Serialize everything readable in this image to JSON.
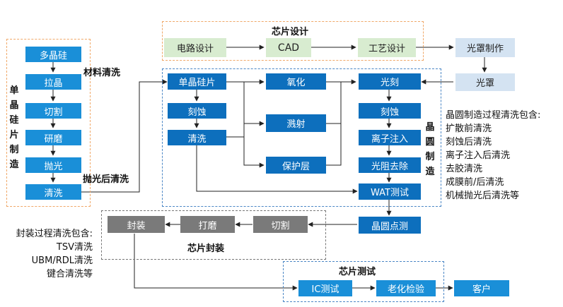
{
  "material": {
    "label": "单晶硅片制造",
    "steps": [
      "多晶硅",
      "拉晶",
      "切割",
      "研磨",
      "抛光",
      "清洗"
    ],
    "annotation_clean": "材料清洗",
    "annotation_polish": "抛光后清洗"
  },
  "design": {
    "label": "芯片设计",
    "steps": [
      "电路设计",
      "CAD",
      "工艺设计"
    ],
    "mask_make": "光罩制作",
    "mask": "光罩"
  },
  "wafer": {
    "label": "晶圆制造",
    "col1": [
      "单晶硅片",
      "刻蚀",
      "清洗"
    ],
    "col2": [
      "氧化",
      "溅射",
      "保护层"
    ],
    "col3": [
      "光刻",
      "刻蚀",
      "离子注入",
      "光阻去除",
      "WAT测试"
    ],
    "probe": "晶圆点测",
    "note_title": "晶圆制造过程清洗包含:",
    "note_items": [
      "扩散前清洗",
      "刻蚀后清洗",
      "离子注入后清洗",
      "去胶清洗",
      "成膜前/后清洗",
      "机械抛光后清洗等"
    ]
  },
  "packaging": {
    "label": "芯片封装",
    "steps": [
      "封装",
      "打磨",
      "切割"
    ],
    "note_title": "封装过程清洗包含:",
    "note_items": [
      "TSV清洗",
      "UBM/RDL清洗",
      "键合清洗等"
    ]
  },
  "testing": {
    "label": "芯片测试",
    "steps": [
      "IC测试",
      "老化检验",
      "客户"
    ]
  },
  "colors": {
    "blue": "#1a8fd8",
    "dark_blue": "#0d6fbd",
    "green": "#d8ecd0",
    "light_blue": "#d4e3f2",
    "gray": "#7a7a7a",
    "orange_dash": "#f0a868"
  }
}
